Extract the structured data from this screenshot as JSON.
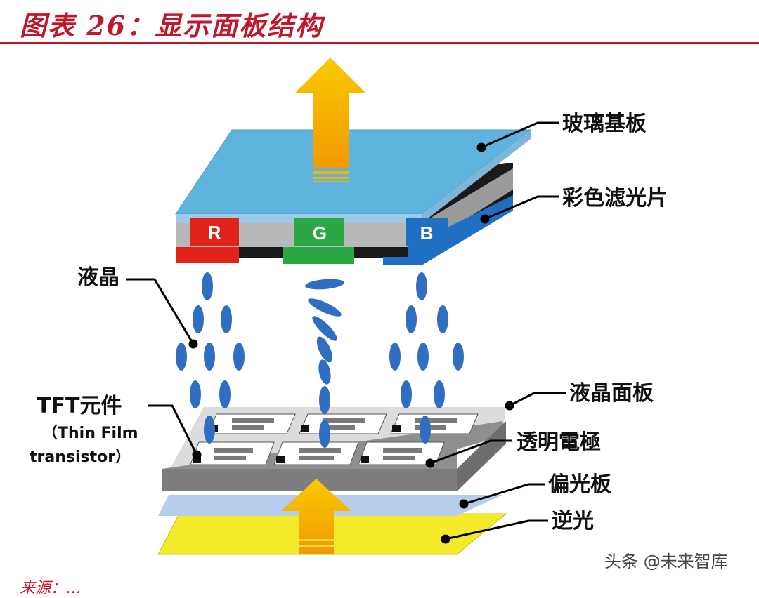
{
  "title": "图表 26：显示面板结构",
  "labels": {
    "glass_substrate": "玻璃基板",
    "color_filter": "彩色滤光片",
    "liquid_crystal": "液晶",
    "tft_component": "TFT元件",
    "tft_full_1": "（Thin Film",
    "tft_full_2": "transistor）",
    "lc_panel": "液晶面板",
    "transparent_electrode": "透明電極",
    "polarizer": "偏光板",
    "backlight": "逆光"
  },
  "filter_letters": {
    "r": "R",
    "g": "G",
    "b": "B"
  },
  "watermark": "头条 @未来智库",
  "source_note": "来源：…",
  "colors": {
    "title": "#c0182a",
    "glass": "#5fb4dd",
    "red": "#e2231a",
    "green": "#2aa845",
    "blue": "#1f6fc2",
    "lc": "#2f6ec0",
    "arrow": "#f6b200",
    "backlight": "#f5ea2a",
    "polarizer": "#b7cdee"
  }
}
